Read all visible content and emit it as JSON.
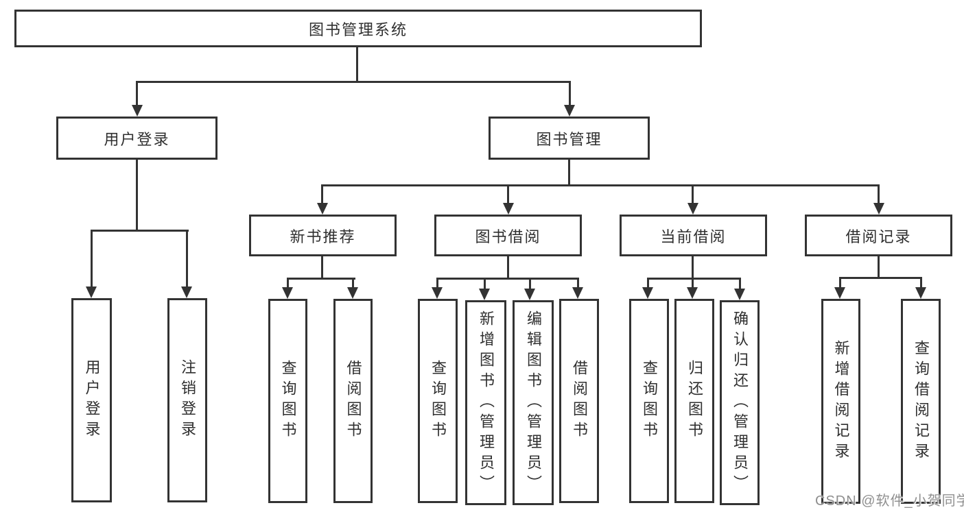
{
  "diagram": {
    "type": "tree",
    "tree": {
      "label": "图书管理系统",
      "children": [
        {
          "label": "用户登录",
          "children": [
            {
              "label": "用户登录"
            },
            {
              "label": "注销登录"
            }
          ]
        },
        {
          "label": "图书管理",
          "children": [
            {
              "label": "新书推荐",
              "children": [
                {
                  "label": "查询图书"
                },
                {
                  "label": "借阅图书"
                }
              ]
            },
            {
              "label": "图书借阅",
              "children": [
                {
                  "label": "查询图书"
                },
                {
                  "label": "新增图书（管理员）"
                },
                {
                  "label": "编辑图书（管理员）"
                },
                {
                  "label": "借阅图书"
                }
              ]
            },
            {
              "label": "当前借阅",
              "children": [
                {
                  "label": "查询图书"
                },
                {
                  "label": "归还图书"
                },
                {
                  "label": "确认归还（管理员）"
                }
              ]
            },
            {
              "label": "借阅记录",
              "children": [
                {
                  "label": "新增借阅记录"
                },
                {
                  "label": "查询借阅记录"
                }
              ]
            }
          ]
        }
      ]
    },
    "colors": {
      "line": "#333333",
      "box_border": "#333333",
      "box_fill": "#ffffff",
      "text": "#2f2f2f",
      "watermark": "#8f8f8f",
      "background": "#ffffff"
    }
  },
  "watermark": {
    "text": "CSDN @软件_小贺同学"
  }
}
